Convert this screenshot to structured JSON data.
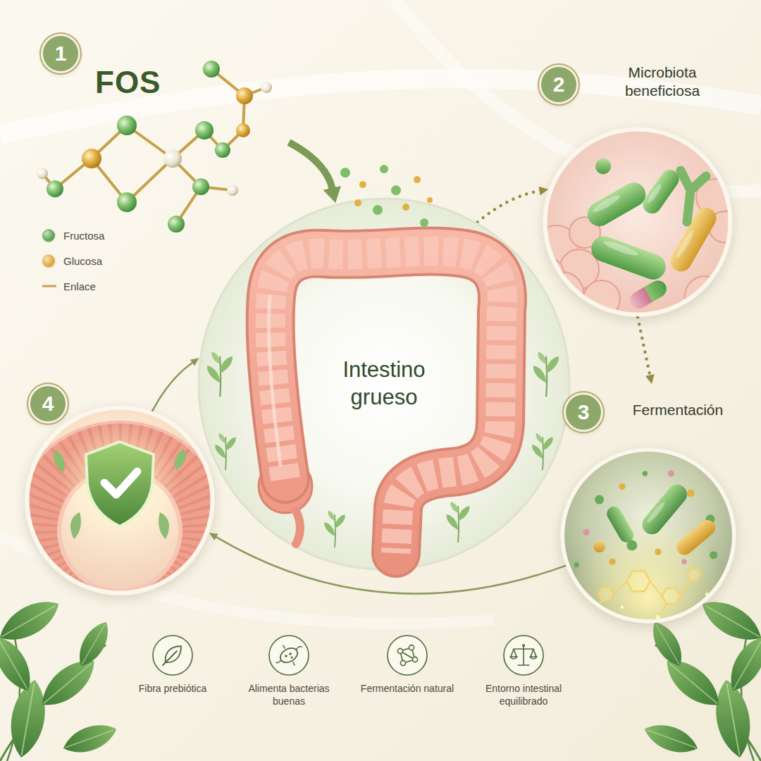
{
  "diagram": {
    "nodes": [
      {
        "text": [
          "1",
          "FOS"
        ]
      },
      {
        "text": [
          "Intestino grueso"
        ]
      },
      {
        "text": [
          "2",
          "Microbiota beneficiosa"
        ]
      },
      {
        "text": [
          "3",
          "Fermentación"
        ]
      },
      {
        "text": [
          "4"
        ]
      },
      {
        "text": [
          "Fibra prebiótica"
        ]
      },
      {
        "text": [
          "Alimenta bacterias buenas"
        ]
      },
      {
        "text": [
          "Fermentación natural"
        ]
      },
      {
        "text": [
          "Entorno intestinal equilibrado"
        ]
      }
    ],
    "edges": [
      {
        "from": 0,
        "to": 1,
        "arrow": "to"
      },
      {
        "from": 1,
        "to": 2,
        "arrow": "to"
      },
      {
        "from": 2,
        "to": 3,
        "arrow": "to"
      },
      {
        "from": 3,
        "to": 4,
        "arrow": "to"
      },
      {
        "from": 4,
        "to": 1,
        "arrow": "to"
      }
    ],
    "legend": [
      {
        "text": "Fructosa",
        "color": "#5fa352"
      },
      {
        "text": "Glucosa",
        "color": "#e0a93b"
      },
      {
        "text": "Enlace"
      }
    ]
  }
}
